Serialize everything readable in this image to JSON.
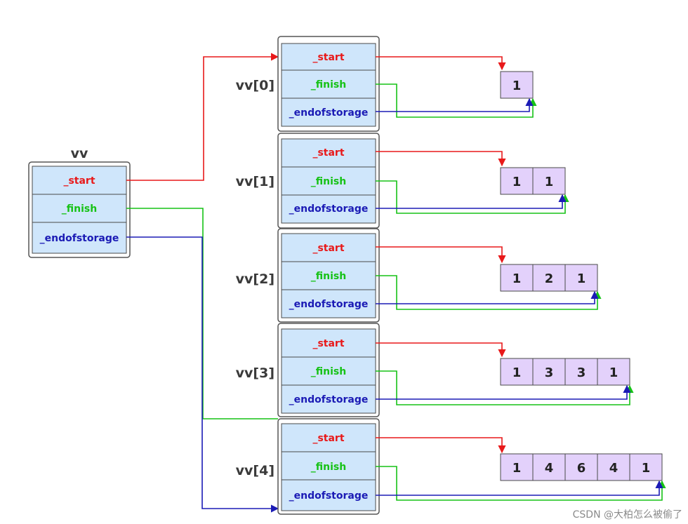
{
  "outer": {
    "name": "vv",
    "fields": {
      "start": "_start",
      "finish": "_finish",
      "endofstorage": "_endofstorage"
    }
  },
  "rows": [
    {
      "name": "vv[0]",
      "values": [
        "1"
      ]
    },
    {
      "name": "vv[1]",
      "values": [
        "1",
        "1"
      ]
    },
    {
      "name": "vv[2]",
      "values": [
        "1",
        "2",
        "1"
      ]
    },
    {
      "name": "vv[3]",
      "values": [
        "1",
        "3",
        "3",
        "1"
      ]
    },
    {
      "name": "vv[4]",
      "values": [
        "1",
        "4",
        "6",
        "4",
        "1"
      ]
    }
  ],
  "colors": {
    "start": "#e8191a",
    "finish": "#16c216",
    "endofstorage": "#1b1bb5"
  },
  "watermark": "CSDN @大柏怎么被偷了"
}
